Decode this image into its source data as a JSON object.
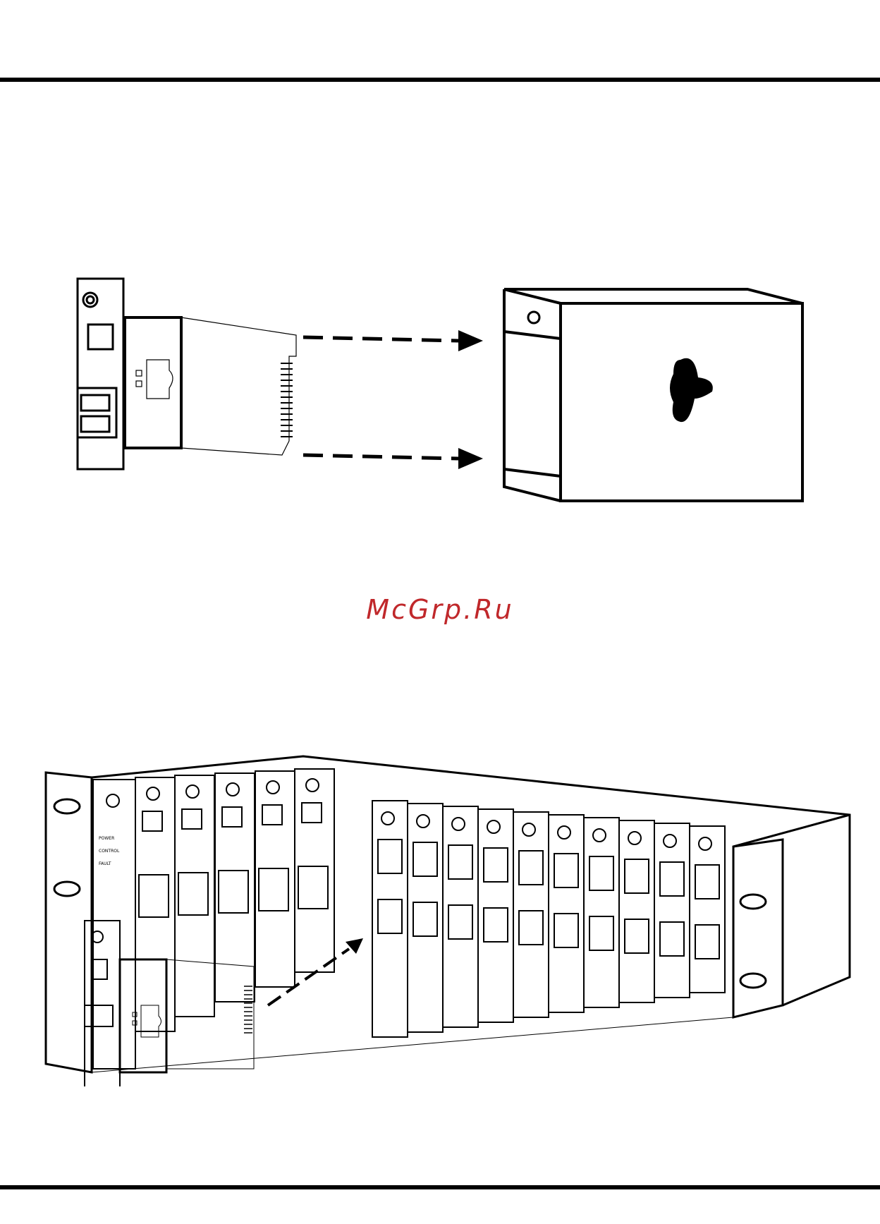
{
  "watermark": "McGrp.Ru",
  "rack_panel_labels": [
    "POWER",
    "CONTROL",
    "FAULT"
  ],
  "return_symbol": "↵",
  "colors": {
    "rule": "#000000",
    "watermark": "#c0282b",
    "line": "#000000"
  }
}
